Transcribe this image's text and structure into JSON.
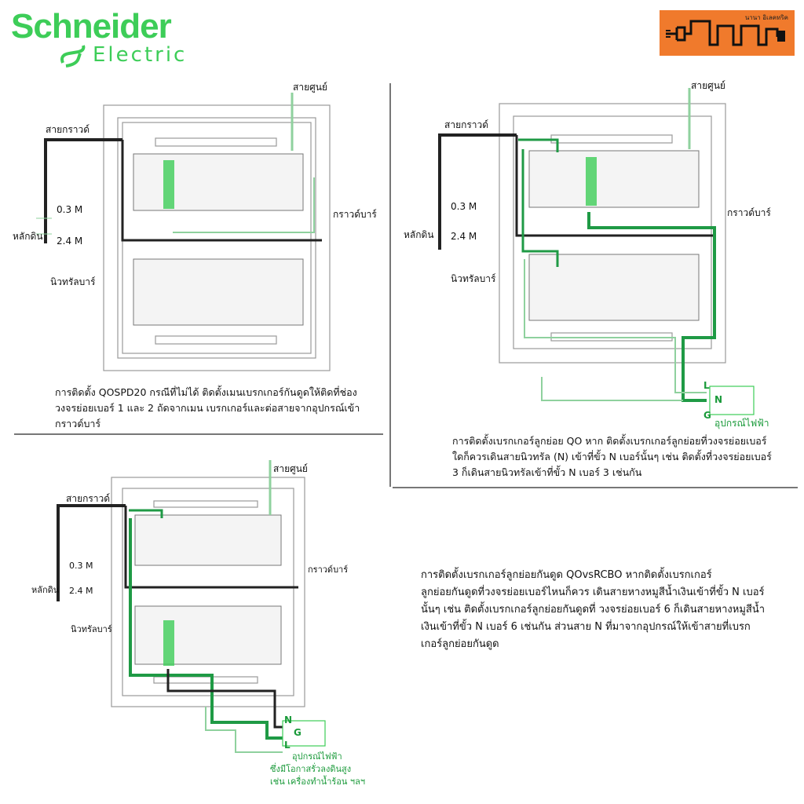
{
  "brand": {
    "name": "Schneider",
    "sub": "Electric",
    "store_small": "นานา อิเลคทริค",
    "accent": "#3dcd58",
    "store_color": "#f07a2c"
  },
  "labels": {
    "neutral_wire": "สายศูนย์",
    "ground_wire": "สายกราวด์",
    "ground_bar": "กราวด์บาร์",
    "neutral_bar": "นิวทรัลบาร์",
    "ground_rod": "หลักดิน",
    "depth_top": "0.3 M",
    "depth_bottom": "2.4 M",
    "appliance": "อุปกรณ์ไฟฟ้า",
    "appliance_sub1": "ซึ่งมีโอกาสรั่วลงดินสูง",
    "appliance_sub2": "เช่น เครื่องทำน้ำร้อน ฯลฯ",
    "term_L": "L",
    "term_N": "N",
    "term_G": "G"
  },
  "captions": {
    "panel1": [
      "การติดตั้ง QOSPD20 กรณีที่ไม่ได้ ติดตั้งเมนเบรกเกอร์กันดูดให้ติดที่ช่อง",
      "วงจรย่อยเบอร์ 1 และ 2 ถัดจากเมน เบรกเกอร์และต่อสายจากอุปกรณ์เข้า",
      "กราวด์บาร์"
    ],
    "panel2": [
      "การติดตั้งเบรกเกอร์ลูกย่อย QO หาก ติดตั้งเบรกเกอร์ลูกย่อยที่วงจรย่อยเบอร์",
      "ใดก็ควรเดินสายนิวทรัล (N) เข้าที่ขั้ว N เบอร์นั้นๆ เช่น ติดตั้งที่วงจรย่อยเบอร์",
      "3 ก็เดินสายนิวทรัลเข้าที่ขั้ว N เบอร์ 3 เช่นกัน"
    ],
    "panel4": [
      "การติดตั้งเบรกเกอร์ลูกย่อยกันดูด QOvsRCBO หากติดตั้งเบรกเกอร์",
      "ลูกย่อยกันดูดที่วงจรย่อยเบอร์ไหนก็ควร เดินสายหางหมูสีน้ำเงินเข้าที่ขั้ว N เบอร์",
      "นั้นๆ เช่น ติดตั้งเบรกเกอร์ลูกย่อยกันดูดที่ วงจรย่อยเบอร์ 6 ก็เดินสายหางหมูสีน้ำ",
      "เงินเข้าที่ขั้ว N เบอร์ 6 เช่นกัน ส่วนสาย N ที่มาจากอุปกรณ์ให้เข้าสายที่เบรก",
      "เกอร์ลูกย่อยกันดูด"
    ]
  },
  "colors": {
    "green": "#1f9a45",
    "light_green": "#8fd19e",
    "dark": "#222222",
    "gray": "#9a9a9a"
  }
}
